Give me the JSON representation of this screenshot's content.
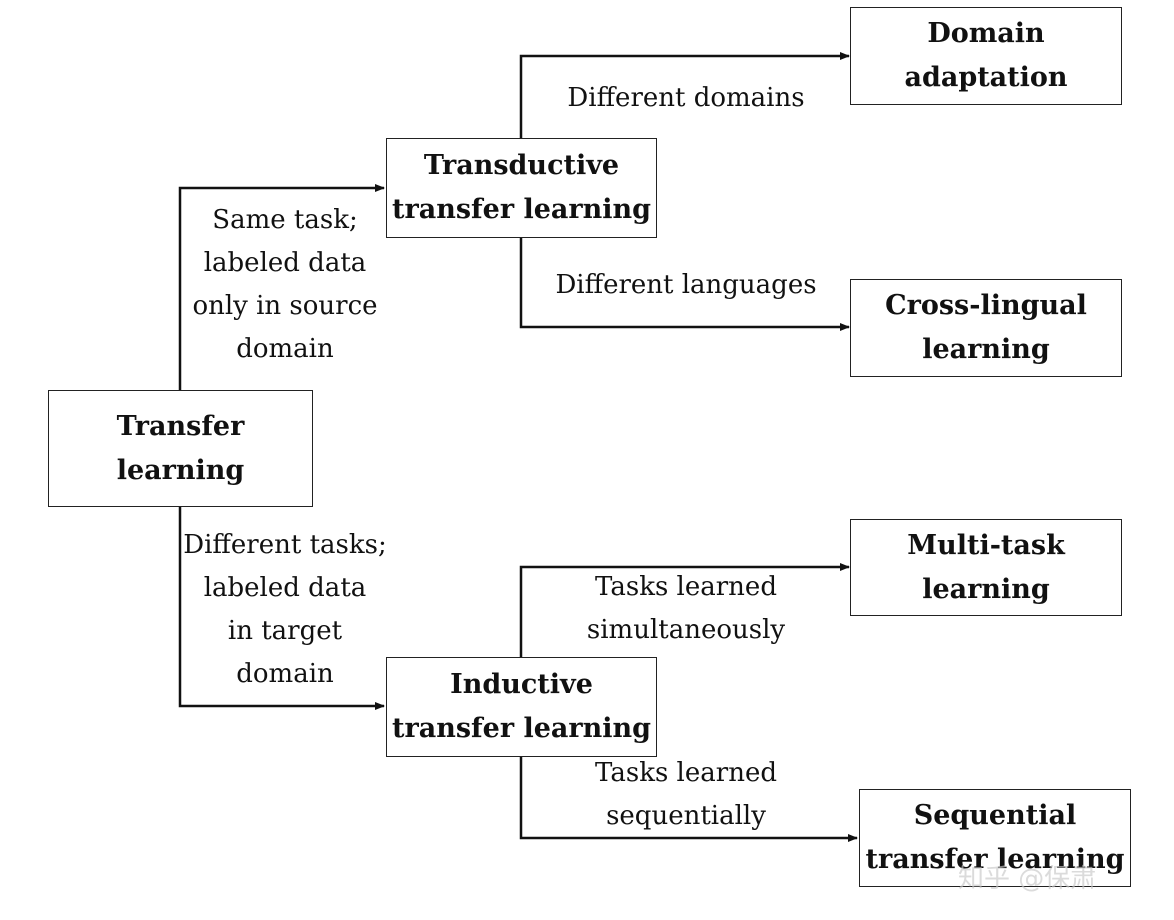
{
  "nodes": {
    "transfer": [
      "Transfer",
      "learning"
    ],
    "transductive": [
      "Transductive",
      "transfer learning"
    ],
    "inductive": [
      "Inductive",
      "transfer learning"
    ],
    "domain_adaptation": [
      "Domain",
      "adaptation"
    ],
    "cross_lingual": [
      "Cross-lingual",
      "learning"
    ],
    "multi_task": [
      "Multi-task",
      "learning"
    ],
    "sequential": [
      "Sequential",
      "transfer learning"
    ]
  },
  "edges": {
    "to_transductive": [
      "Same task;",
      "labeled data",
      "only in source",
      "domain"
    ],
    "to_inductive": [
      "Different tasks;",
      "labeled data",
      "in target",
      "domain"
    ],
    "to_domain_adaptation": [
      "Different domains"
    ],
    "to_cross_lingual": [
      "Different languages"
    ],
    "to_multi_task": [
      "Tasks learned",
      "simultaneously"
    ],
    "to_sequential": [
      "Tasks learned",
      "sequentially"
    ]
  },
  "watermark": "知乎 @保肃"
}
